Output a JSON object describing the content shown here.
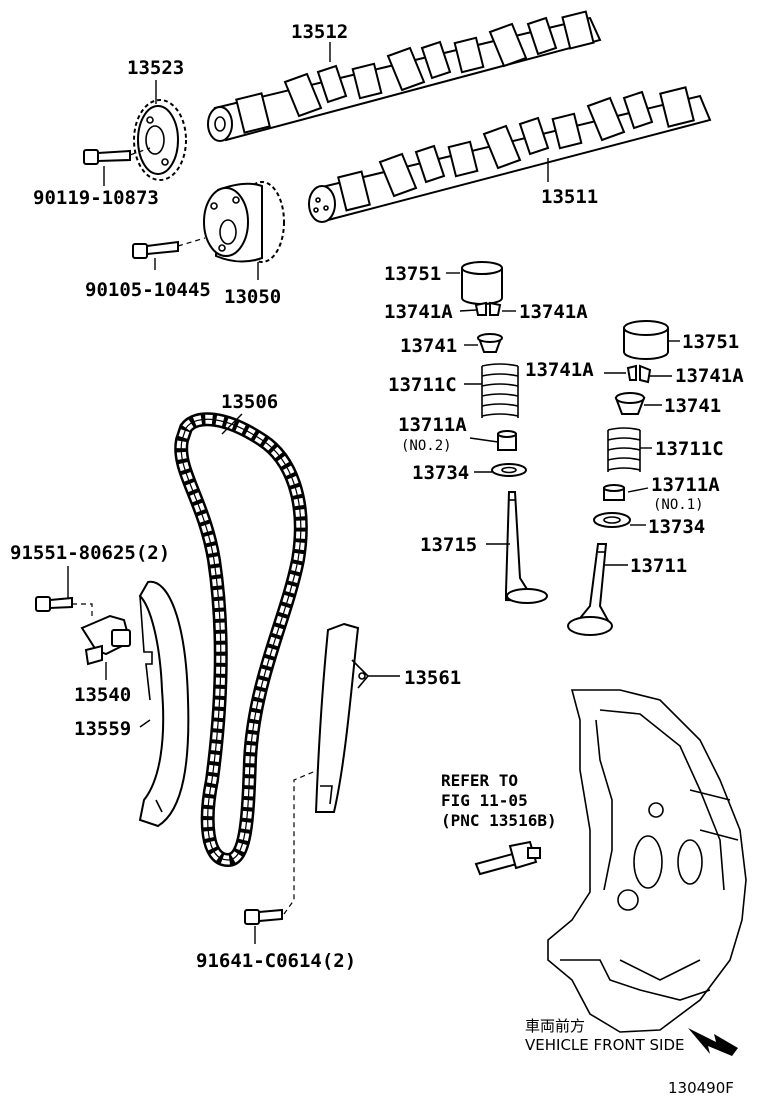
{
  "labels": {
    "p13512": "13512",
    "p13523": "13523",
    "p90119": "90119-10873",
    "p13511": "13511",
    "p90105": "90105-10445",
    "p13050": "13050",
    "p13751a": "13751",
    "p13741Aa": "13741A",
    "p13741Ab": "13741A",
    "p13741a": "13741",
    "p13711Ca": "13711C",
    "p13711Aa": "13711A",
    "no2": "(NO.2)",
    "p13734a": "13734",
    "p13715": "13715",
    "p13751b": "13751",
    "p13741Ac": "13741A",
    "p13741Ad": "13741A",
    "p13741b": "13741",
    "p13711Cb": "13711C",
    "p13711Ab": "13711A",
    "no1": "(NO.1)",
    "p13734b": "13734",
    "p13711": "13711",
    "p13506": "13506",
    "p91551": "91551-80625(2)",
    "p13540": "13540",
    "p13559": "13559",
    "p13561": "13561",
    "p91641": "91641-C0614(2)"
  },
  "refer": {
    "line1": "REFER TO",
    "line2": "FIG 11-05",
    "line3": "(PNC 13516B)"
  },
  "orientation": {
    "japanese": "車両前方",
    "english": "VEHICLE FRONT SIDE"
  },
  "figure_number": "130490F"
}
